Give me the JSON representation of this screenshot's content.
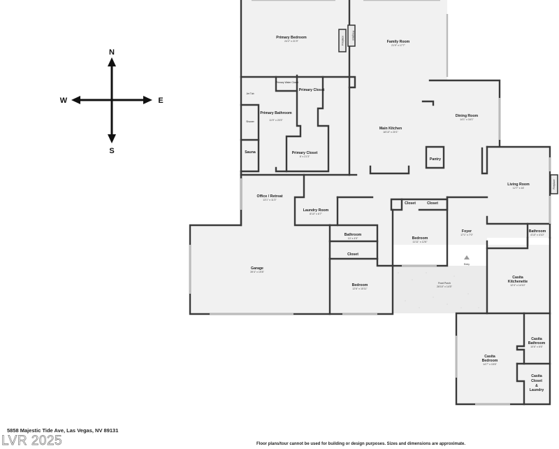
{
  "compass": {
    "north": "N",
    "south": "S",
    "east": "E",
    "west": "W"
  },
  "rooms": {
    "primary_bedroom": {
      "name": "Primary Bedroom",
      "dims": "24'2\" x 21'9\""
    },
    "family_room": {
      "name": "Family Room",
      "dims": "21'9\" x 17'7\""
    },
    "main_kitchen": {
      "name": "Main Kitchen",
      "dims": "18'10\" x 20'1\""
    },
    "dining_room": {
      "name": "Dining Room",
      "dims": "14'1\" x 16'1\""
    },
    "primary_bathroom": {
      "name": "Primary Bathroom",
      "dims": "11'9\" x 20'3\""
    },
    "primary_closet": {
      "name": "Primary Closet"
    },
    "primary_water_closet": {
      "name": "Primary Water Closet"
    },
    "jet_tub": {
      "name": "Jet Tub"
    },
    "shower": {
      "name": "Shower"
    },
    "sauna": {
      "name": "Sauna"
    },
    "primary_closet_2": {
      "name": "Primary Closet",
      "dims": "8' x 21'3\""
    },
    "pantry": {
      "name": "Pantry"
    },
    "living_room": {
      "name": "Living Room",
      "dims": "12'7\" x 16'"
    },
    "office": {
      "name": "Office / Retreat",
      "dims": "13'1\" x 11'3\""
    },
    "laundry": {
      "name": "Laundry Room",
      "dims": "8'10\" x 6'7\""
    },
    "closet_a": {
      "name": "Closet"
    },
    "closet_b": {
      "name": "Closet"
    },
    "bedroom_center": {
      "name": "Bedroom",
      "dims": "11'11\" x 12'6\""
    },
    "foyer": {
      "name": "Foyer",
      "dims": "17'1\" x 7'0\""
    },
    "bathroom_living": {
      "name": "Bathroom",
      "dims": "4'10\" x 4'10\""
    },
    "bathroom_hall": {
      "name": "Bathroom",
      "dims": "10' x 4'9\""
    },
    "closet_hall": {
      "name": "Closet"
    },
    "garage": {
      "name": "Garage",
      "dims": "39'4\" x 19'8\""
    },
    "bedroom_south": {
      "name": "Bedroom",
      "dims": "12'6\" x 15'11\""
    },
    "front_porch": {
      "name": "Front Porch",
      "dims": "26'10\" x 14'5\""
    },
    "entry": {
      "name": "Entry"
    },
    "casita_kitchenette": {
      "name": "Casita Kitchenette",
      "dims": "12'4\" x 14'10\""
    },
    "casita_bedroom": {
      "name": "Casita Bedroom",
      "dims": "14'7\" x 15'6\""
    },
    "casita_bathroom": {
      "name": "Casita Bathroom",
      "dims": "10'6\" x 6'6\""
    },
    "casita_closet": {
      "name": "Casita Closet & Laundry"
    }
  },
  "fireplaces": [
    "Fireplace",
    "Fireplace",
    "Fireplace"
  ],
  "footer": {
    "address": "5858 Majestic Tide Ave, Las Vegas, NV 89131",
    "watermark": "LVR 2025",
    "disclaimer": "Floor plans/tour cannot be used for building or design purposes. Sizes and dimensions are approximate."
  }
}
